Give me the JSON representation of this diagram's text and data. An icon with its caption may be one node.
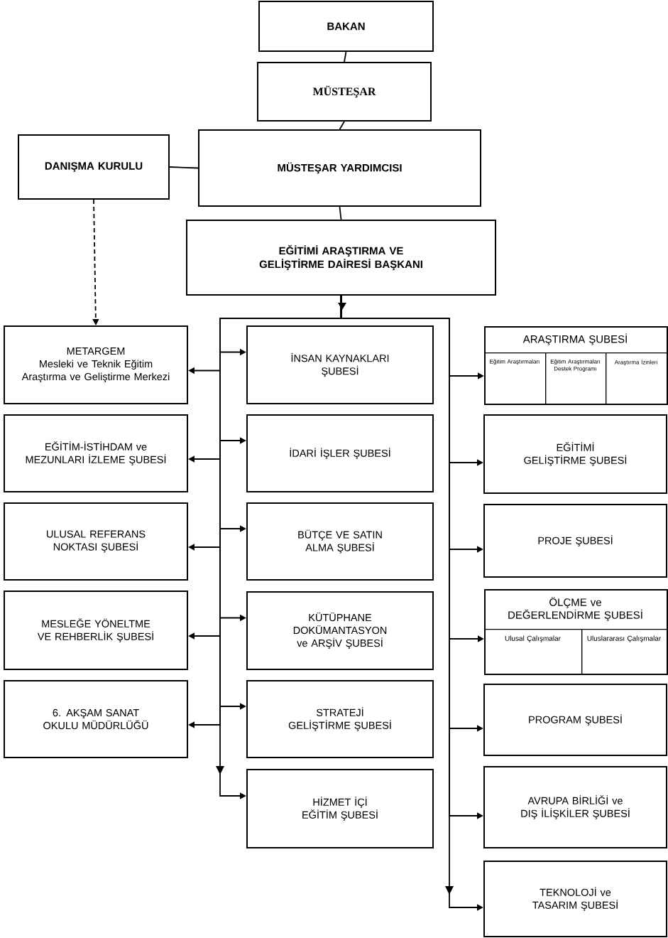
{
  "diagram": {
    "nodes": [
      {
        "text": [
          "BAKAN"
        ]
      },
      {
        "text": [
          "MÜSTEŞAR"
        ]
      },
      {
        "text": [
          "DANIŞMA KURULU"
        ]
      },
      {
        "text": [
          "MÜSTEŞAR YARDIMCISI"
        ]
      },
      {
        "text": [
          "EĞİTİMİ ARAŞTIRMA VE GELİŞTİRME DAİRESİ BAŞKANI"
        ]
      },
      {
        "text": [
          "METARGEM",
          "Mesleki ve Teknik Eğitim Araştırma ve Geliştirme Merkezi"
        ]
      },
      {
        "text": [
          "EĞİTİM-İSTİHDAM ve MEZUNLARI İZLEME ŞUBESİ"
        ]
      },
      {
        "text": [
          "ULUSAL REFERANS NOKTASI ŞUBESİ"
        ]
      },
      {
        "text": [
          "MESLEĞE YÖNELTME VE REHBERLİK ŞUBESİ"
        ]
      },
      {
        "text": [
          "6. AKŞAM SANAT OKULU MÜDÜRLÜĞÜ"
        ]
      },
      {
        "text": [
          "İNSAN KAYNAKLARI ŞUBESİ"
        ]
      },
      {
        "text": [
          "İDARİ İŞLER ŞUBESİ"
        ]
      },
      {
        "text": [
          "BÜTÇE VE SATIN ALMA ŞUBESİ"
        ]
      },
      {
        "text": [
          "KÜTÜPHANE DOKÜMANTASYON ve ARŞİV ŞUBESİ"
        ]
      },
      {
        "text": [
          "STRATEJİ GELİŞTİRME ŞUBESİ"
        ]
      },
      {
        "text": [
          "HİZMET İÇİ EĞİTİM ŞUBESİ"
        ]
      },
      {
        "text": [
          "ARAŞTIRMA ŞUBESİ"
        ]
      },
      {
        "text": [
          "Eğitim Araştırmaları"
        ],
        "in": 16
      },
      {
        "text": [
          "Eğitim Araştırmaları Destek Programı"
        ],
        "in": 16
      },
      {
        "text": [
          "Araştırma İzinleri"
        ],
        "in": 16
      },
      {
        "text": [
          "EĞİTİMİ GELİŞTİRME ŞUBESİ"
        ]
      },
      {
        "text": [
          "PROJE ŞUBESİ"
        ]
      },
      {
        "text": [
          "ÖLÇME ve DEĞERLENDİRME ŞUBESİ"
        ]
      },
      {
        "text": [
          "Ulusal Çalışmalar"
        ],
        "in": 22
      },
      {
        "text": [
          "Uluslararası Çalışmalar"
        ],
        "in": 22
      },
      {
        "text": [
          "PROGRAM ŞUBESİ"
        ]
      },
      {
        "text": [
          "AVRUPA BİRLİĞİ ve DIŞ İLİŞKİLER ŞUBESİ"
        ]
      },
      {
        "text": [
          "TEKNOLOJİ ve TASARIM ŞUBESİ"
        ]
      }
    ],
    "edges": [
      {
        "from": 0,
        "to": 1,
        "arrow": "none"
      },
      {
        "from": 1,
        "to": 3,
        "arrow": "none"
      },
      {
        "from": 2,
        "to": 3,
        "arrow": "none"
      },
      {
        "from": 3,
        "to": 4,
        "arrow": "none"
      },
      {
        "from": 2,
        "to": 5,
        "arrow": "to",
        "style": "dashed"
      },
      {
        "from": 4,
        "to": 5,
        "arrow": "to"
      },
      {
        "from": 4,
        "to": 6,
        "arrow": "to"
      },
      {
        "from": 4,
        "to": 7,
        "arrow": "to"
      },
      {
        "from": 4,
        "to": 8,
        "arrow": "to"
      },
      {
        "from": 4,
        "to": 9,
        "arrow": "to"
      },
      {
        "from": 4,
        "to": 10,
        "arrow": "to"
      },
      {
        "from": 4,
        "to": 11,
        "arrow": "to"
      },
      {
        "from": 4,
        "to": 12,
        "arrow": "to"
      },
      {
        "from": 4,
        "to": 13,
        "arrow": "to"
      },
      {
        "from": 4,
        "to": 14,
        "arrow": "to"
      },
      {
        "from": 4,
        "to": 15,
        "arrow": "to"
      },
      {
        "from": 4,
        "to": 16,
        "arrow": "to"
      },
      {
        "from": 4,
        "to": 20,
        "arrow": "to"
      },
      {
        "from": 4,
        "to": 21,
        "arrow": "to"
      },
      {
        "from": 4,
        "to": 22,
        "arrow": "to"
      },
      {
        "from": 4,
        "to": 25,
        "arrow": "to"
      },
      {
        "from": 4,
        "to": 26,
        "arrow": "to"
      },
      {
        "from": 4,
        "to": 27,
        "arrow": "to"
      }
    ]
  }
}
